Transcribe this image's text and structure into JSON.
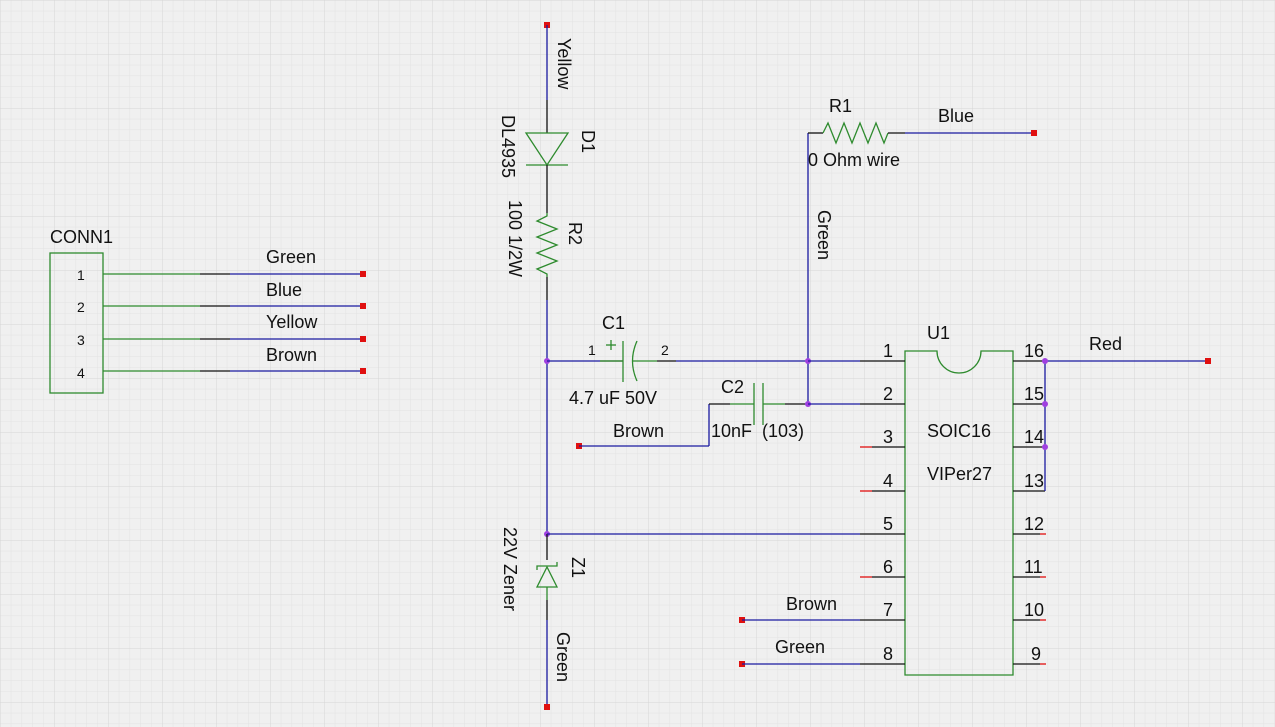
{
  "schematic": {
    "colors": {
      "wire": "#1a1aa0",
      "part": "#2e8b2e",
      "junction": "#a040e0",
      "terminal": "#e01010",
      "background": "#f0f0f0"
    },
    "conn1": {
      "ref": "CONN1",
      "pins": [
        {
          "num": "1",
          "net": "Green"
        },
        {
          "num": "2",
          "net": "Blue"
        },
        {
          "num": "3",
          "net": "Yellow"
        },
        {
          "num": "4",
          "net": "Brown"
        }
      ]
    },
    "d1": {
      "ref": "D1",
      "value": "DL4935",
      "net_top": "Yellow"
    },
    "r2": {
      "ref": "R2",
      "value": "100  1/2W"
    },
    "c1": {
      "ref": "C1",
      "value": "4.7 uF 50V",
      "pin1": "1",
      "pin2": "2",
      "polarity": "+"
    },
    "c2": {
      "ref": "C2",
      "value": "10nF  (103)",
      "net": "Brown"
    },
    "r1": {
      "ref": "R1",
      "value": "0 Ohm wire",
      "net_right": "Blue",
      "net_vertical": "Green"
    },
    "z1": {
      "ref": "Z1",
      "value": "22V Zener",
      "net_bottom": "Green"
    },
    "u1": {
      "ref": "U1",
      "package": "SOIC16",
      "part": "VIPer27",
      "left_pins": [
        "1",
        "2",
        "3",
        "4",
        "5",
        "6",
        "7",
        "8"
      ],
      "right_pins": [
        "16",
        "15",
        "14",
        "13",
        "12",
        "11",
        "10",
        "9"
      ],
      "net_pin16": "Red",
      "net_pin7": "Brown",
      "net_pin8": "Green"
    }
  }
}
